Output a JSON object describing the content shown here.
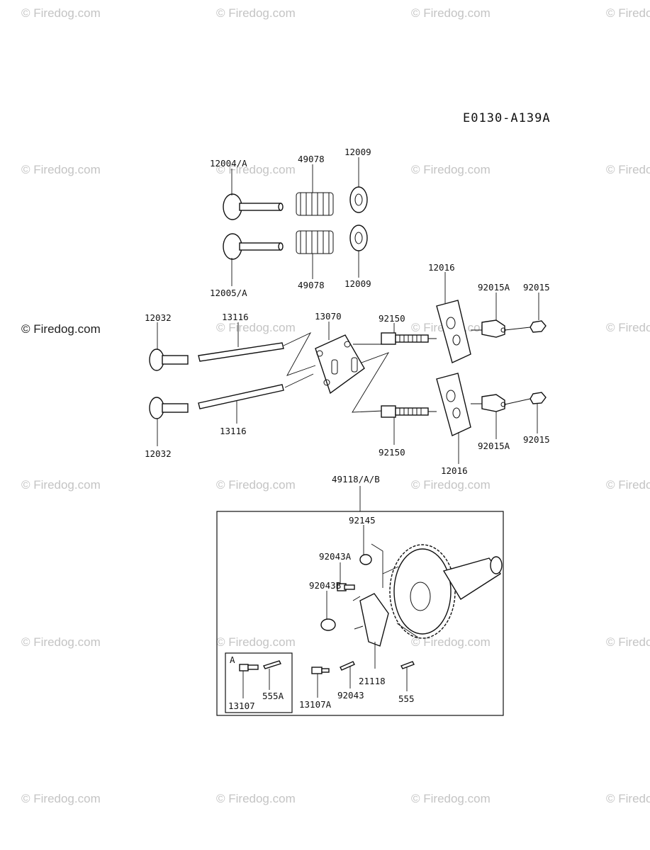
{
  "watermark": "© Firedog.com",
  "diagram_code": "E0130-A139A",
  "labels": {
    "p12004a": "12004/A",
    "p49078_top": "49078",
    "p12009_top": "12009",
    "p12005a": "12005/A",
    "p49078_bot": "49078",
    "p12009_bot": "12009",
    "p12016_top": "12016",
    "p92015a_top": "92015A",
    "p92015_top": "92015",
    "p12032_top": "12032",
    "p13116_top": "13116",
    "p13070": "13070",
    "p92150_top": "92150",
    "p13116_bot": "13116",
    "p12032_bot": "12032",
    "p92150_bot": "92150",
    "p92015a_bot": "92015A",
    "p92015_bot": "92015",
    "p12016_bot": "12016",
    "p49118": "49118/A/B",
    "p92145": "92145",
    "p92043a": "92043A",
    "p92043b": "92043B",
    "p21118": "21118",
    "p92043": "92043",
    "p13107a": "13107A",
    "p555": "555",
    "inset_a": "A",
    "p13107": "13107",
    "p555a": "555A"
  },
  "icons": [
    "valve",
    "valve-spring",
    "spring-retainer",
    "tappet",
    "push-rod",
    "guide-plate",
    "adjusting-screw",
    "rocker-arm",
    "nut",
    "camshaft-gear",
    "governor-weight",
    "pin",
    "washer"
  ]
}
